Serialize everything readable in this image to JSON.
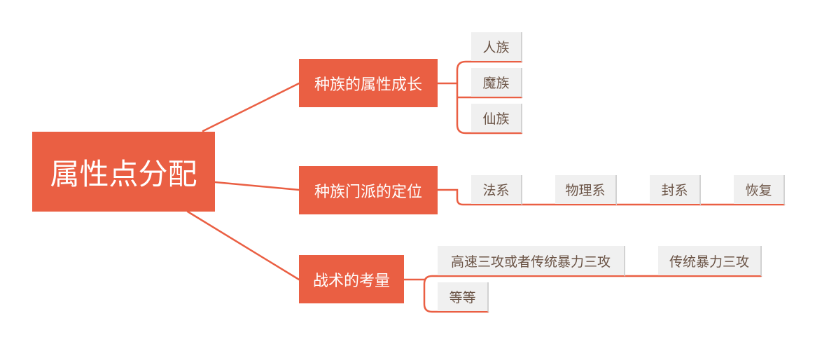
{
  "root": {
    "label": "属性点分配"
  },
  "branches": [
    {
      "label": "种族的属性成长",
      "children": [
        "人族",
        "魔族",
        "仙族"
      ]
    },
    {
      "label": "种族门派的定位",
      "children": [
        "法系",
        "物理系",
        "封系",
        "恢复"
      ]
    },
    {
      "label": "战术的考量",
      "children": [
        "高速三攻或者传统暴力三攻",
        "传统暴力三攻",
        "等等"
      ]
    }
  ],
  "colors": {
    "accent": "#ea5f43",
    "leaf_bg": "#f0f0f0",
    "leaf_text": "#6b5446"
  }
}
